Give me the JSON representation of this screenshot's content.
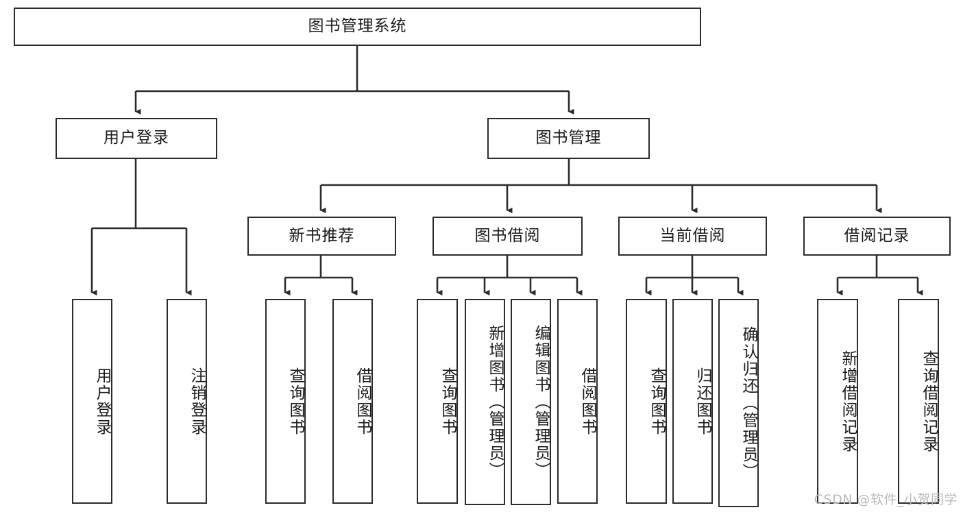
{
  "diagram": {
    "title": "图书管理系统",
    "type": "tree-hierarchy",
    "orientation": "top-down",
    "line_color": "#2b2b2b",
    "box_fill": "#ffffff",
    "text_color": "#1a1a1a"
  },
  "root": {
    "label": "图书管理系统"
  },
  "level2": [
    {
      "label": "用户登录"
    },
    {
      "label": "图书管理"
    }
  ],
  "level3": [
    {
      "label": "新书推荐"
    },
    {
      "label": "图书借阅"
    },
    {
      "label": "当前借阅"
    },
    {
      "label": "借阅记录"
    }
  ],
  "leaves": {
    "user_login": [
      {
        "label": "用户登录"
      },
      {
        "label": "注销登录"
      }
    ],
    "new_book_recommend": [
      {
        "label": "查询图书"
      },
      {
        "label": "借阅图书"
      }
    ],
    "book_borrow": [
      {
        "label": "查询图书"
      },
      {
        "label": "新增图书（管理员）"
      },
      {
        "label": "编辑图书（管理员）"
      },
      {
        "label": "借阅图书"
      }
    ],
    "current_borrow": [
      {
        "label": "查询图书"
      },
      {
        "label": "归还图书"
      },
      {
        "label": "确认归还（管理员）"
      }
    ],
    "borrow_record": [
      {
        "label": "新增借阅记录"
      },
      {
        "label": "查询借阅记录"
      }
    ]
  },
  "watermark": {
    "text": "CSDN @软件_小贺同学"
  }
}
